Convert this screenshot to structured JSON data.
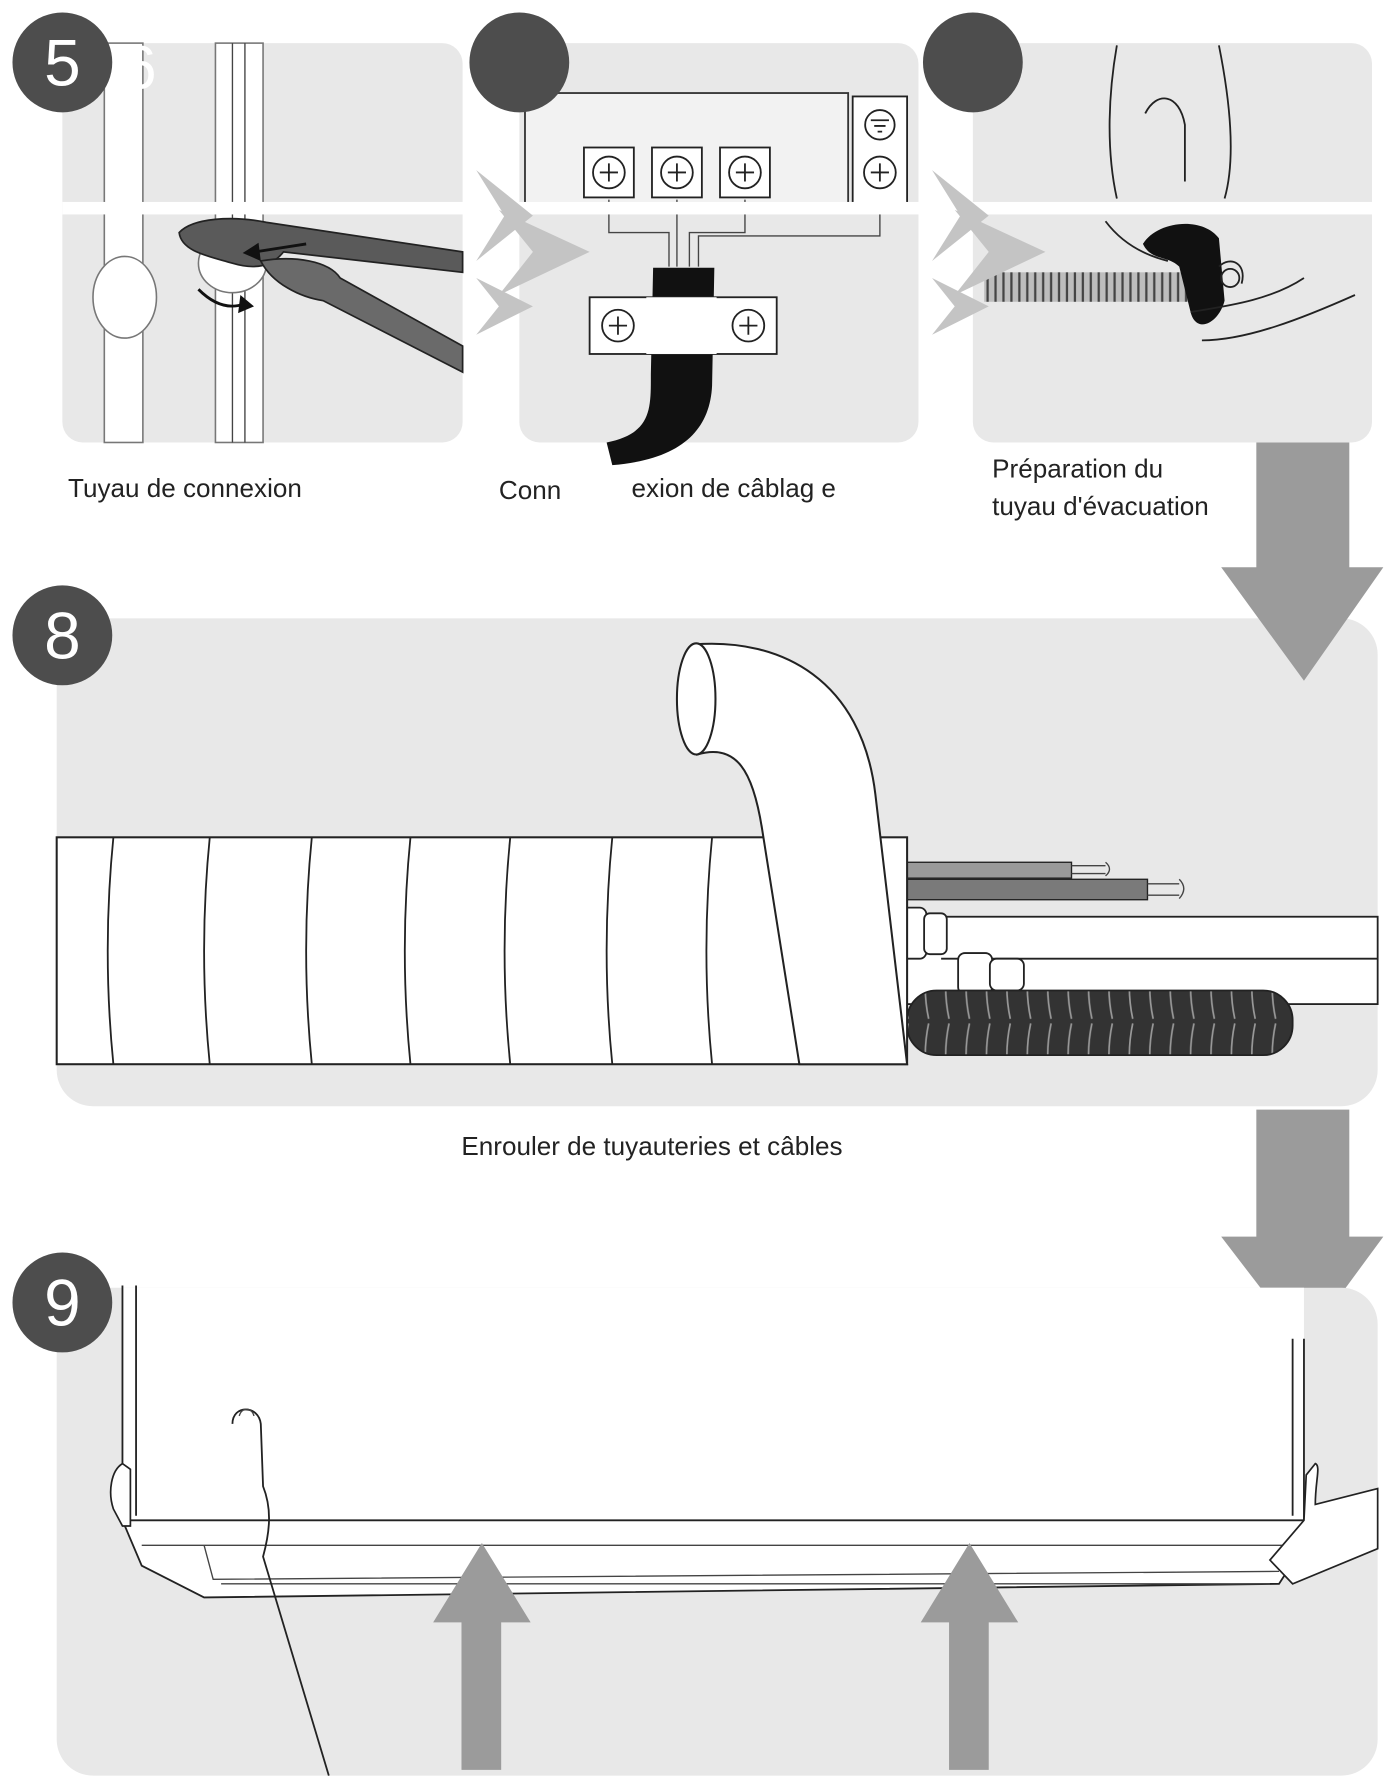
{
  "steps": {
    "step5": {
      "number": "5",
      "overlay": "6",
      "caption": "Tuyau de connexion"
    },
    "step6": {
      "caption_part1": "Conn",
      "caption_part2": "exion de câblag e"
    },
    "step7": {
      "caption_line1": "Préparation du",
      "caption_line2": "tuyau d'évacuation"
    },
    "step8": {
      "number": "8",
      "caption": "Enrouler de tuyauteries et câbles"
    },
    "step9": {
      "number": "9"
    }
  },
  "colors": {
    "panel": "#e8e8e8",
    "badge": "#4d4d4d",
    "arrow": "#9b9b9b",
    "hose": "#333333",
    "cable": "#111111"
  }
}
